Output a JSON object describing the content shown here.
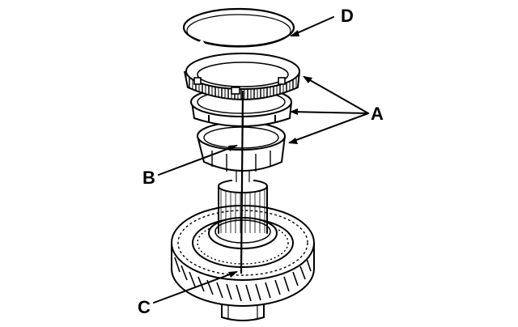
{
  "diagram": {
    "labels": {
      "a": "A",
      "b": "B",
      "c": "C",
      "d": "D"
    },
    "parts": [
      "snap-ring",
      "outer-synchro-ring",
      "synchro-cone",
      "inner-synchro-ring",
      "countershaft",
      "gear"
    ]
  }
}
